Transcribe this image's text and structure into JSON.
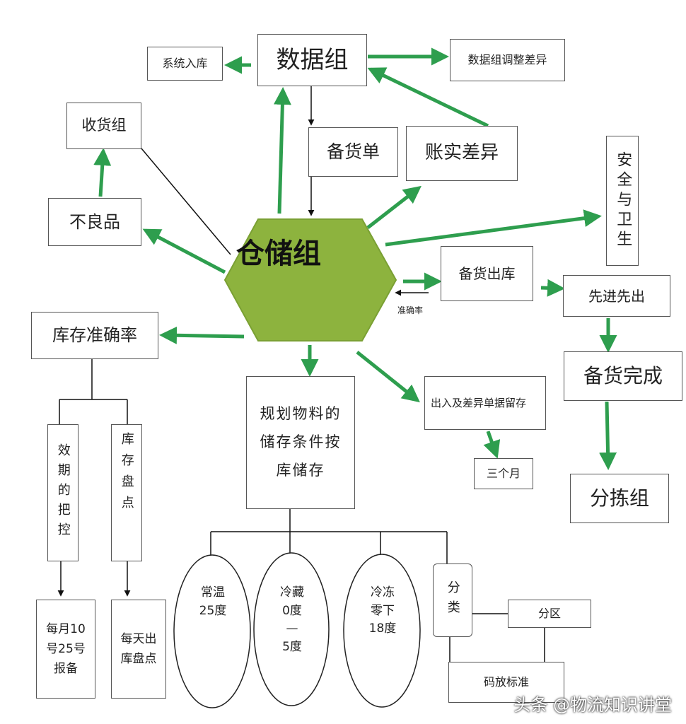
{
  "center": "仓储组",
  "nodes": {
    "data_group": "数据组",
    "system_inbound": "系统入库",
    "data_adjust": "数据组调整差异",
    "receiving": "收货组",
    "stock_list": "备货单",
    "account_diff": "账实差异",
    "defective": "不良品",
    "safety": "安全与卫生",
    "stock_out": "备货出库",
    "accuracy_note": "准确率",
    "fifo": "先进先出",
    "inventory_accuracy": "库存准确率",
    "stock_done": "备货完成",
    "plan_storage": "规划物料的储存条件按库储存",
    "doc_retention": "出入及差异单据留存",
    "three_months": "三个月",
    "sorting": "分拣组",
    "expiry": "效期的把控",
    "stocktake": "库存盘点",
    "monthly_report": "每月10号25号报备",
    "daily_count": "每天出库盘点",
    "room_temp": "常温\n25度",
    "cold_store": "冷藏\n0度\n—\n5度",
    "frozen": "冷冻\n零下\n18度",
    "classify": "分类",
    "zone": "分区",
    "stack_std": "码放标准"
  },
  "watermark": "头条 @物流知识讲堂",
  "colors": {
    "hex_fill": "#8db33e",
    "arrow_green": "#2e9e4e",
    "border": "#555555"
  }
}
